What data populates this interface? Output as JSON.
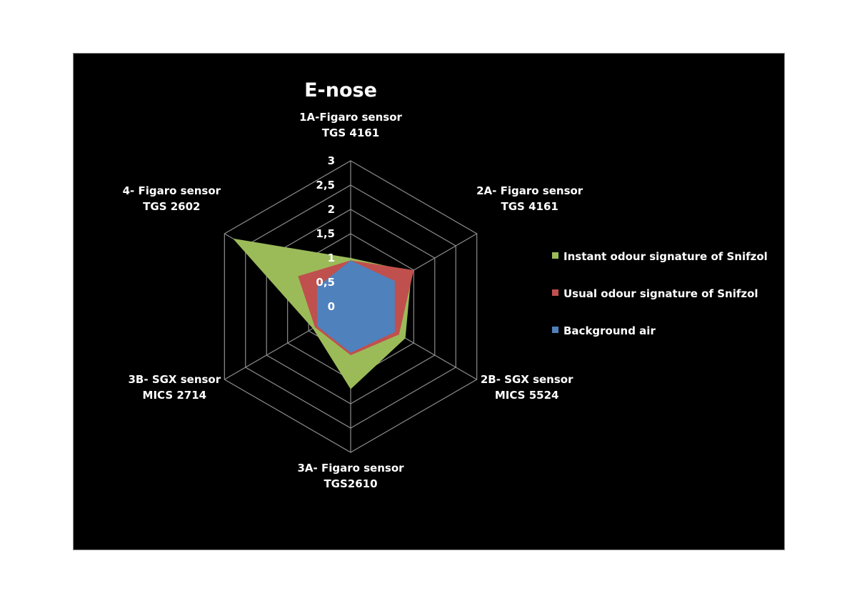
{
  "chart_data": {
    "type": "radar",
    "title": "E-nose",
    "axes": [
      [
        "1A-Figaro sensor",
        "TGS 4161"
      ],
      [
        "2A- Figaro sensor",
        "TGS 4161"
      ],
      [
        "2B- SGX sensor",
        "MICS 5524"
      ],
      [
        "3A- Figaro sensor",
        "TGS2610"
      ],
      [
        "3B- SGX sensor",
        "MICS 2714"
      ],
      [
        "4- Figaro sensor",
        "TGS 2602"
      ]
    ],
    "ticks": [
      "0",
      "0,5",
      "1",
      "1,5",
      "2",
      "2,5",
      "3"
    ],
    "rlim": [
      0,
      3
    ],
    "series": [
      {
        "name": "Instant odour signature of Snifzol",
        "color": "#9bbb59",
        "values": [
          1.0,
          1.45,
          1.3,
          1.7,
          0.9,
          2.8
        ]
      },
      {
        "name": "Usual odour signature of Snifzol",
        "color": "#c0504d",
        "values": [
          0.95,
          1.5,
          1.15,
          1.0,
          0.85,
          1.25
        ]
      },
      {
        "name": "Background air",
        "color": "#4f81bd",
        "values": [
          0.95,
          1.05,
          1.05,
          0.95,
          0.8,
          0.8
        ]
      }
    ],
    "legend_position": "right",
    "grid": true,
    "gridline_color": "#8c8c8c"
  }
}
